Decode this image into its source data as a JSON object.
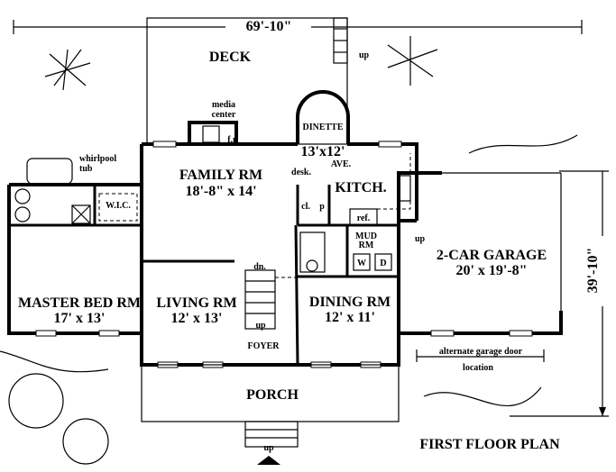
{
  "title": "FIRST FLOOR PLAN",
  "dimensions": {
    "width": "69'-10\"",
    "depth": "39'-10\""
  },
  "rooms": {
    "deck": {
      "name": "DECK",
      "stair": "up"
    },
    "media": {
      "line1": "media",
      "line2": "center"
    },
    "fireplace": "f.p",
    "dinette": {
      "name": "DINETTE",
      "size": "13'x12'",
      "note": "AVE."
    },
    "family": {
      "name": "FAMILY RM",
      "size": "18'-8\" x 14'"
    },
    "desk": "desk.",
    "kitchen": {
      "name": "KITCH."
    },
    "closet": "cl.",
    "pantry": "p",
    "ref": "ref.",
    "tub": {
      "line1": "whirlpool",
      "line2": "tub"
    },
    "wic": "W.I.C.",
    "mud": {
      "line1": "MUD",
      "line2": "RM",
      "washer": "W",
      "dryer": "D",
      "stair": "up"
    },
    "stairs": {
      "down": "dn.",
      "up": "up"
    },
    "garage": {
      "name": "2-CAR GARAGE",
      "size": "20' x 19'-8\"",
      "alt_line1": "alternate garage door",
      "alt_line2": "location"
    },
    "master": {
      "name": "MASTER BED RM",
      "size": "17' x 13'"
    },
    "living": {
      "name": "LIVING RM",
      "size": "12' x 13'"
    },
    "dining": {
      "name": "DINING RM",
      "size": "12' x 11'"
    },
    "foyer": "FOYER",
    "porch": {
      "name": "PORCH",
      "stair": "up"
    }
  }
}
